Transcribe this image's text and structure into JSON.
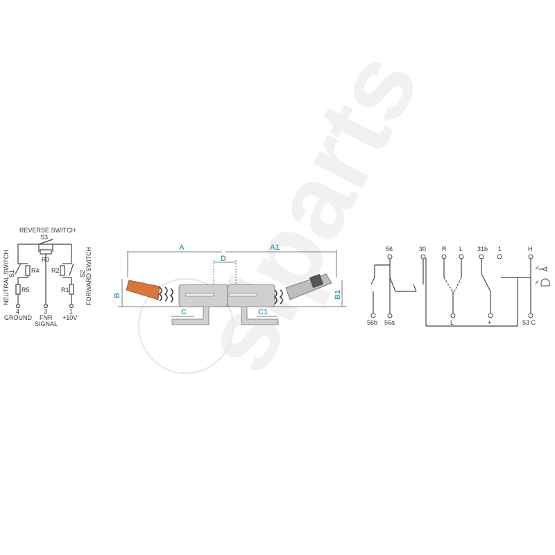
{
  "watermark": {
    "text": "slparts",
    "color": "#e6e6e6"
  },
  "colors": {
    "dimension": "#4aa3b8",
    "handle": "#d9773a",
    "body": "#c8c8c8",
    "line": "#444444"
  },
  "left_circuit": {
    "title": "REVERSE SWITCH",
    "switch_s3": "S3",
    "r3": "R3",
    "r4": "R4",
    "r2": "R2",
    "r5": "R5",
    "r1": "R1",
    "s1": "S1",
    "s2": "S2",
    "neutral_label": "NEUTRAL SWITCH",
    "forward_label": "FORWARD SWITCH",
    "terminals": [
      {
        "num": "4",
        "name": "GROUND",
        "name2": ""
      },
      {
        "num": "3",
        "name": "FNR",
        "name2": "SIGNAL"
      },
      {
        "num": "1",
        "name": "+10V",
        "name2": ""
      }
    ]
  },
  "dimension_diagram": {
    "labels": {
      "A": "A",
      "A1": "A1",
      "B": "B",
      "B1": "B1",
      "C": "C",
      "C1": "C1",
      "D": "D"
    }
  },
  "right_circuit": {
    "top_terminals": [
      "56",
      "30",
      "R",
      "L",
      "31b",
      "1",
      "H"
    ],
    "bottom_terminals": [
      "56b",
      "56a",
      "L",
      "+",
      "53 C"
    ],
    "icons": [
      "horn-icon",
      "wiper-icon"
    ]
  }
}
